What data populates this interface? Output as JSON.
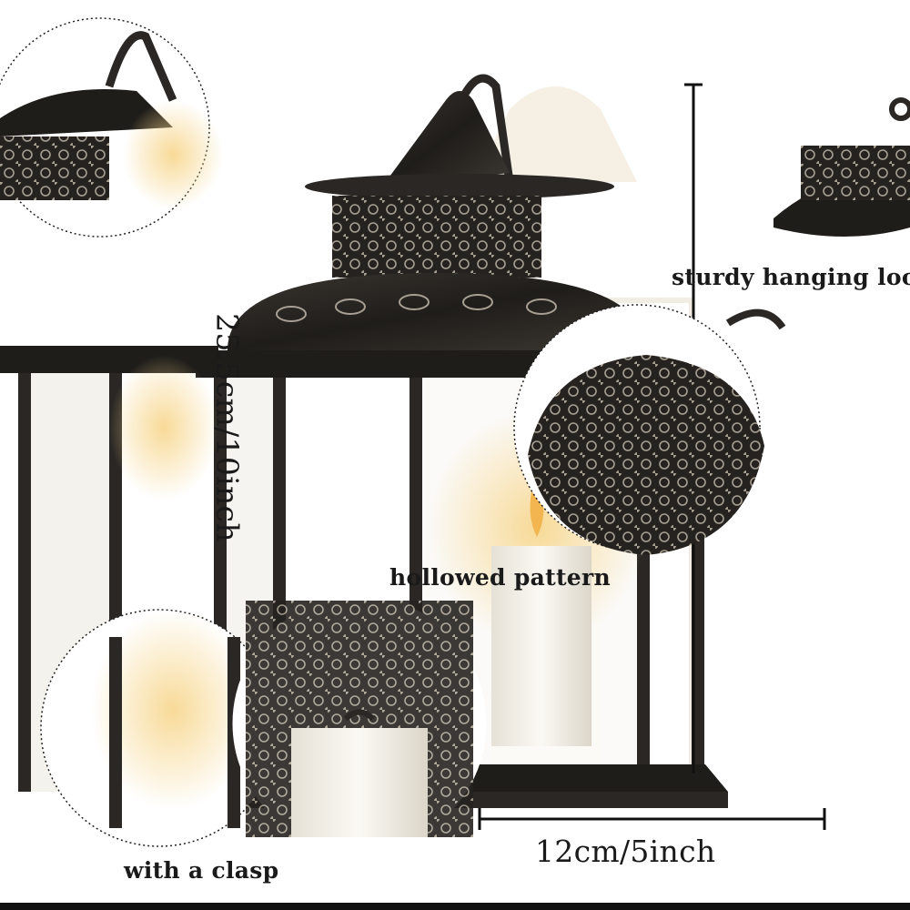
{
  "labels": {
    "loop": "sturdy hanging loop",
    "pattern": "hollowed pattern",
    "clasp": "with a clasp",
    "height": "25.5cm/10inch",
    "width": "12cm/5inch"
  },
  "colors": {
    "metal": "#2b2926",
    "metal_highlight": "#8a8478",
    "glow": "#f3c26a",
    "candle": "#f4f1ea",
    "background": "#ffffff"
  }
}
